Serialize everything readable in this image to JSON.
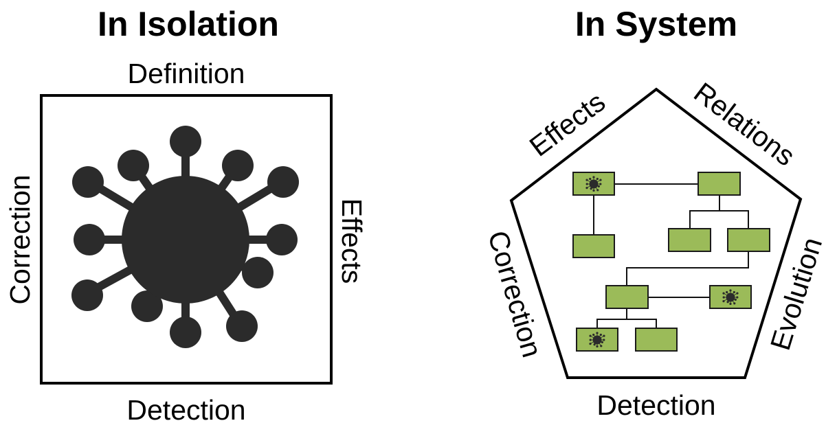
{
  "left": {
    "title": "In Isolation",
    "labels": {
      "top": "Definition",
      "left": "Correction",
      "right": "Effects",
      "bottom": "Detection"
    },
    "icon": "virus-icon"
  },
  "right": {
    "title": "In System",
    "labels": {
      "upper_left": "Effects",
      "upper_right": "Relations",
      "left": "Correction",
      "right": "Evolution",
      "bottom": "Detection"
    },
    "box_color": "#9bbb59",
    "infected_boxes": [
      "top-left",
      "mid-right",
      "bottom-left"
    ]
  }
}
